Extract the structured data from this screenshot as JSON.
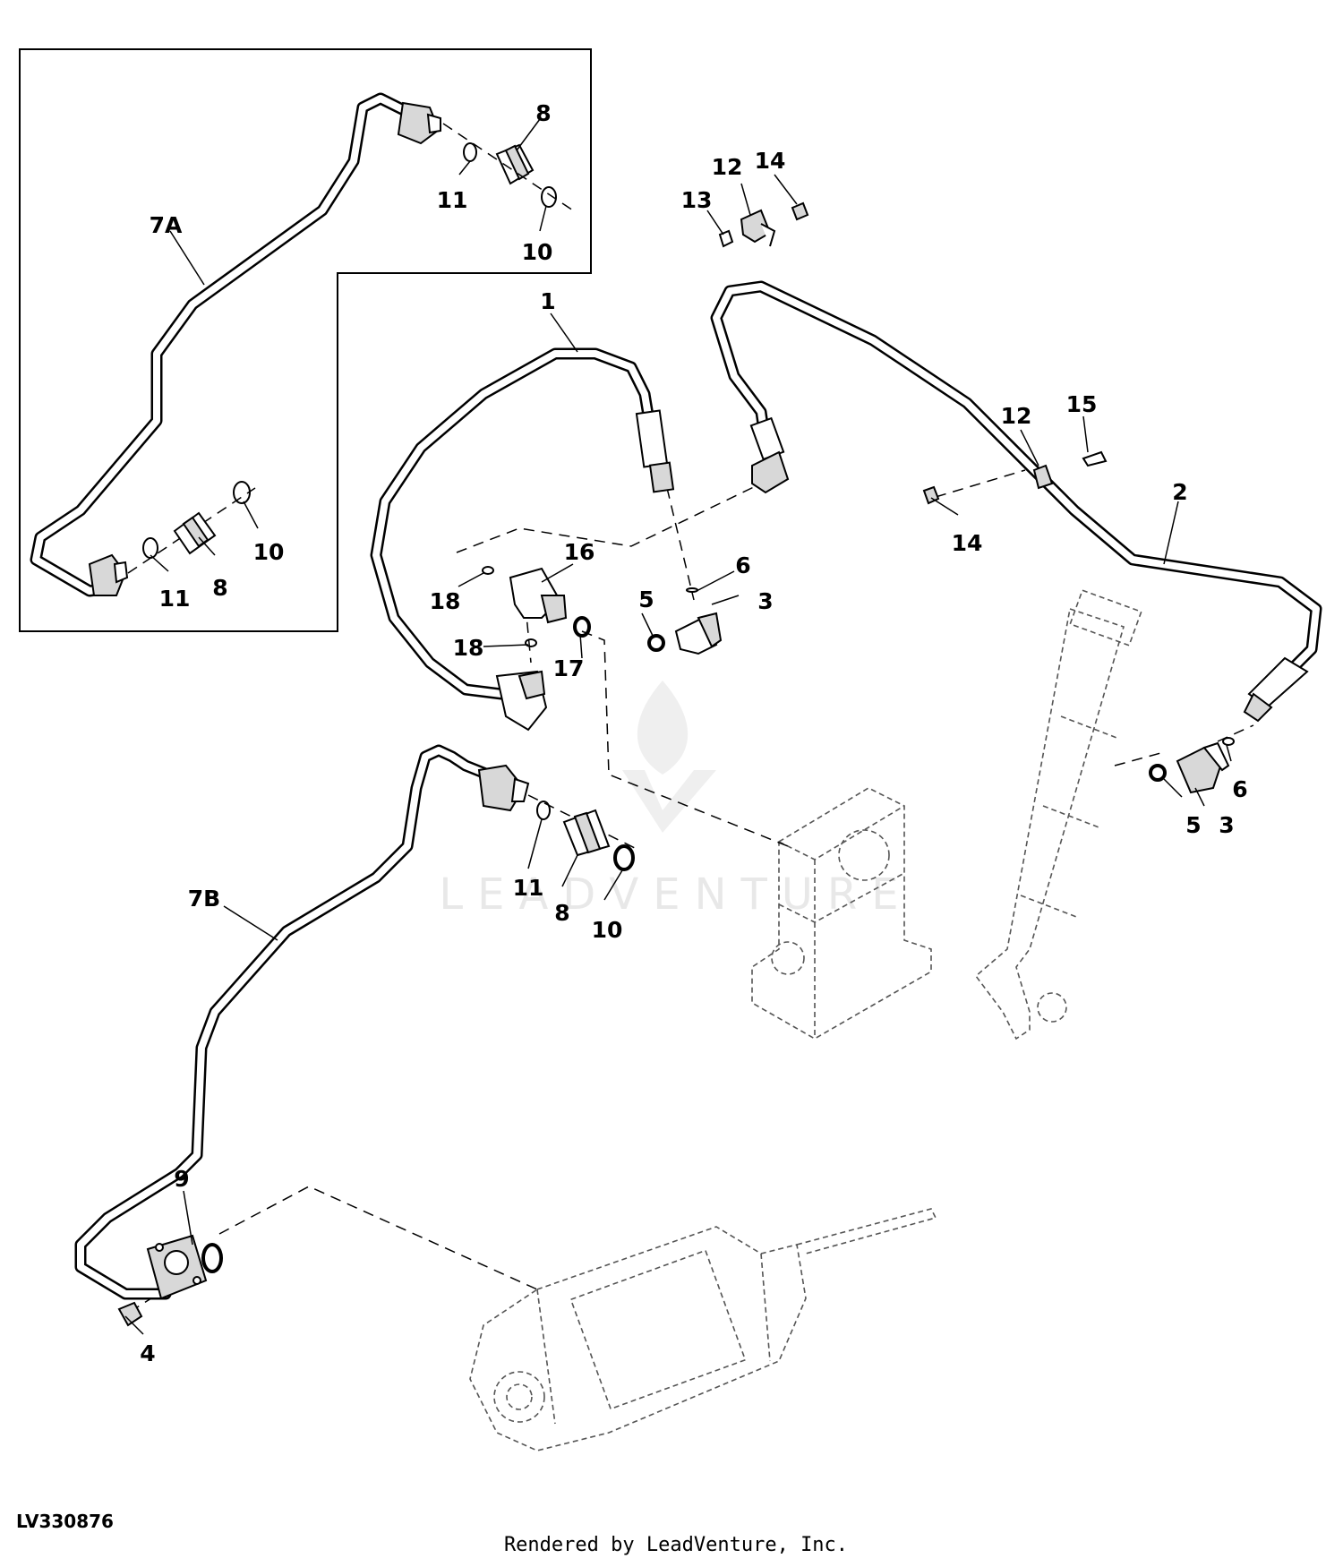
{
  "figure_id": "LV330876",
  "credit": "Rendered by LeadVenture, Inc.",
  "watermark": "LEADVENTURE",
  "callouts": {
    "c1": "1",
    "c2": "2",
    "c3a": "3",
    "c3b": "3",
    "c4": "4",
    "c5a": "5",
    "c5b": "5",
    "c6a": "6",
    "c6b": "6",
    "c7a": "7A",
    "c7b": "7B",
    "c8a": "8",
    "c8b": "8",
    "c8c": "8",
    "c9": "9",
    "c10a": "10",
    "c10b": "10",
    "c10c": "10",
    "c11a": "11",
    "c11b": "11",
    "c11c": "11",
    "c12a": "12",
    "c12b": "12",
    "c13": "13",
    "c14a": "14",
    "c14b": "14",
    "c15": "15",
    "c16": "16",
    "c17": "17",
    "c18a": "18",
    "c18b": "18"
  }
}
